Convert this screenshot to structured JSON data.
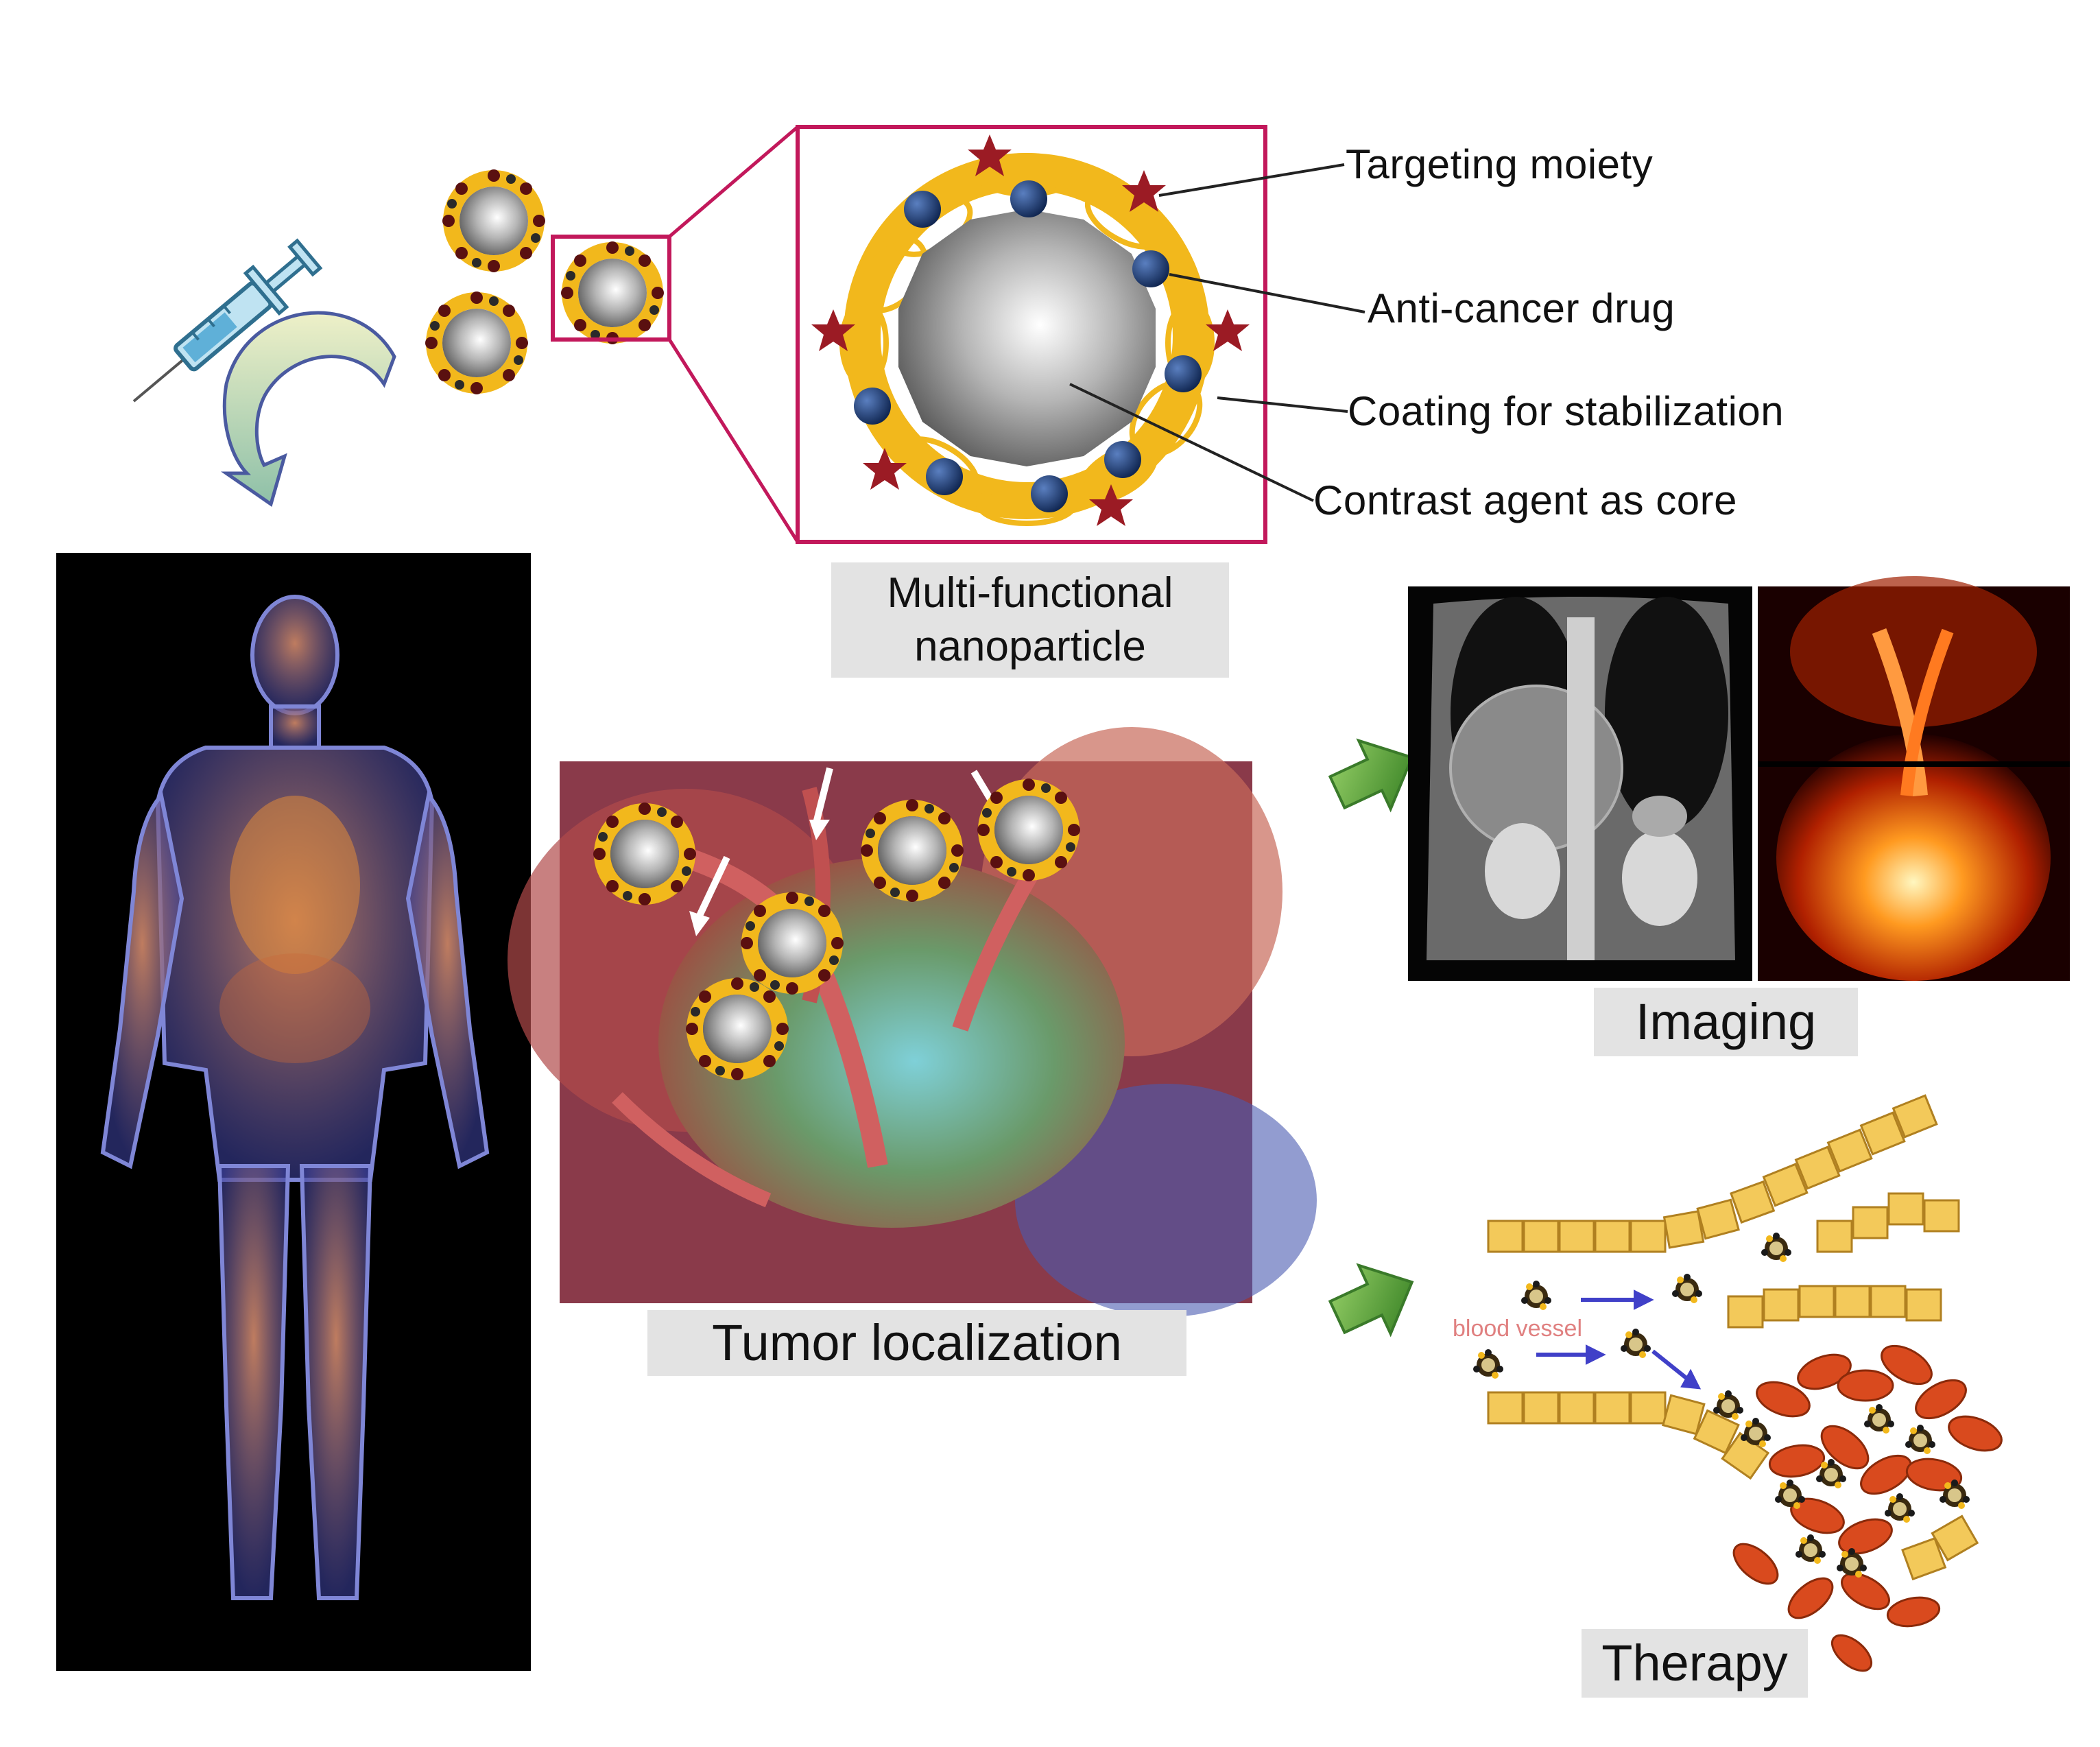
{
  "callouts": {
    "targeting": "Targeting moiety",
    "drug": "Anti-cancer drug",
    "coating": "Coating for stabilization",
    "core": "Contrast agent as core"
  },
  "labels": {
    "nanoparticle_line1": "Multi-functional",
    "nanoparticle_line2": "nanoparticle",
    "tumor": "Tumor localization",
    "imaging": "Imaging",
    "therapy": "Therapy",
    "blood_vessel": "blood vessel"
  },
  "colors": {
    "frame": "#c2185b",
    "coating": "#f2b81c",
    "drug": "#1f3f7a",
    "targeting": "#9b1b24",
    "core": "#9a9a9a",
    "arrow_green": "#5fa83a",
    "arrow_blue": "#4040c8",
    "cell": "#f3c95a",
    "tumor_cell": "#d94a1e"
  },
  "icons": [
    "syringe-icon",
    "curved-arrow-icon",
    "green-arrow-icon"
  ]
}
